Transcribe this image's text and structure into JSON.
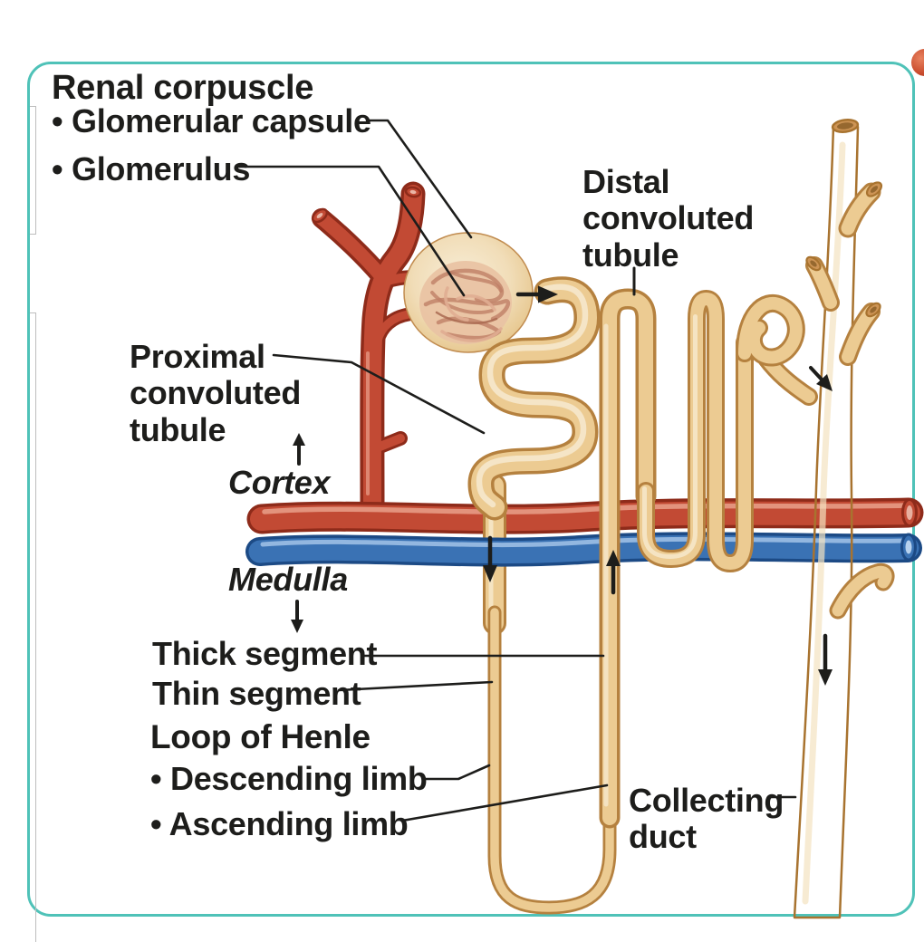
{
  "diagram": {
    "subject": "Nephron anatomy diagram",
    "labels": {
      "renal_corpuscle": "Renal corpuscle",
      "glomerular_capsule": "• Glomerular capsule",
      "glomerulus": "• Glomerulus",
      "distal_convoluted_tubule": "Distal\nconvoluted\ntubule",
      "proximal_convoluted_tubule": "Proximal\nconvoluted\ntubule",
      "cortex": "Cortex",
      "medulla": "Medulla",
      "thick_segment": "Thick segment",
      "thin_segment": "Thin segment",
      "loop_of_henle": "Loop of Henle",
      "descending_limb": "• Descending limb",
      "ascending_limb": "• Ascending limb",
      "collecting_duct": "Collecting\nduct"
    },
    "arrows": [
      "flow-from-capsule-to-proximal-tubule",
      "flow-into-collecting-duct",
      "flow-down-descending-limb",
      "flow-up-ascending-limb",
      "flow-down-collecting-duct",
      "cortex-direction-up",
      "medulla-direction-down"
    ]
  },
  "colors": {
    "teal": "#4fc2b8",
    "ink": "#1d1d1b",
    "artery": "#c24a34",
    "arteryDark": "#8e2b1a",
    "arteryHi": "#e79b85",
    "vein": "#3a72b4",
    "veinDark": "#1c4a85",
    "veinHi": "#9dbfe4",
    "tubule": "#eccb92",
    "tubuleDark": "#b5813f",
    "tubuleHi": "#f7ead0",
    "capsulePink": "#bf7f66"
  }
}
